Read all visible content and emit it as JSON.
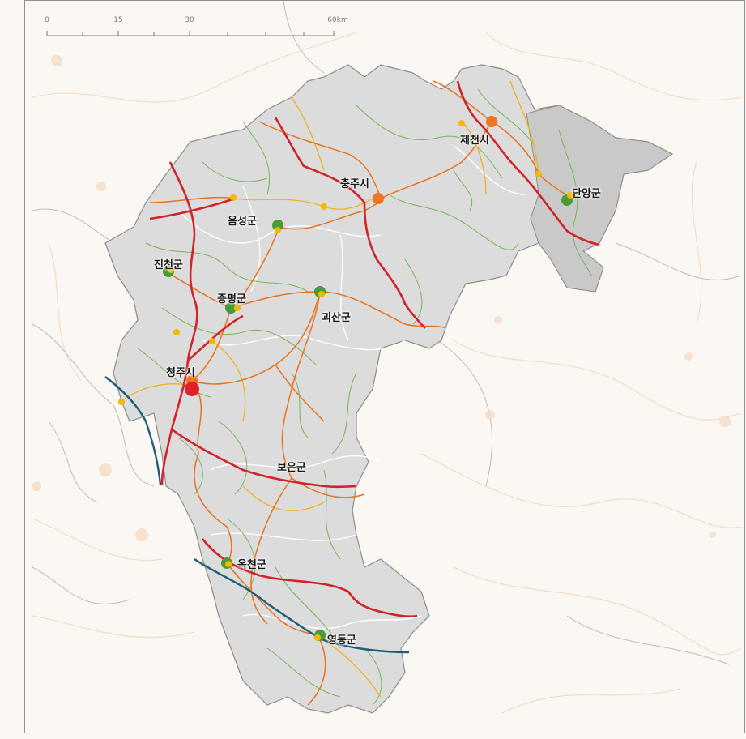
{
  "scale": {
    "ticks": [
      "0",
      "15",
      "30",
      "60km"
    ]
  },
  "cities": [
    {
      "id": "jecheon",
      "label": "제천시"
    },
    {
      "id": "chungju",
      "label": "충주시"
    },
    {
      "id": "danyang",
      "label": "단양군"
    },
    {
      "id": "eumseong",
      "label": "음성군"
    },
    {
      "id": "jincheon",
      "label": "진천군"
    },
    {
      "id": "jeungpyeong",
      "label": "증평군"
    },
    {
      "id": "goesan",
      "label": "괴산군"
    },
    {
      "id": "cheongju",
      "label": "청주시"
    },
    {
      "id": "boeun",
      "label": "보은군"
    },
    {
      "id": "okcheon",
      "label": "옥천군"
    },
    {
      "id": "yeongdong",
      "label": "영동군"
    }
  ],
  "colors": {
    "region_fill": "#dcdcdc",
    "region_border": "#8c8c8c",
    "expressway": "#d2232a",
    "national_road": "#e8731e",
    "provincial_road": "#f2b21b",
    "local_road": "#6cb24a",
    "railway": "#1b5e7a",
    "node_red": "#e0202a",
    "node_orange": "#ee7622",
    "node_green": "#4a9a3a",
    "node_yellow": "#f5b800"
  }
}
